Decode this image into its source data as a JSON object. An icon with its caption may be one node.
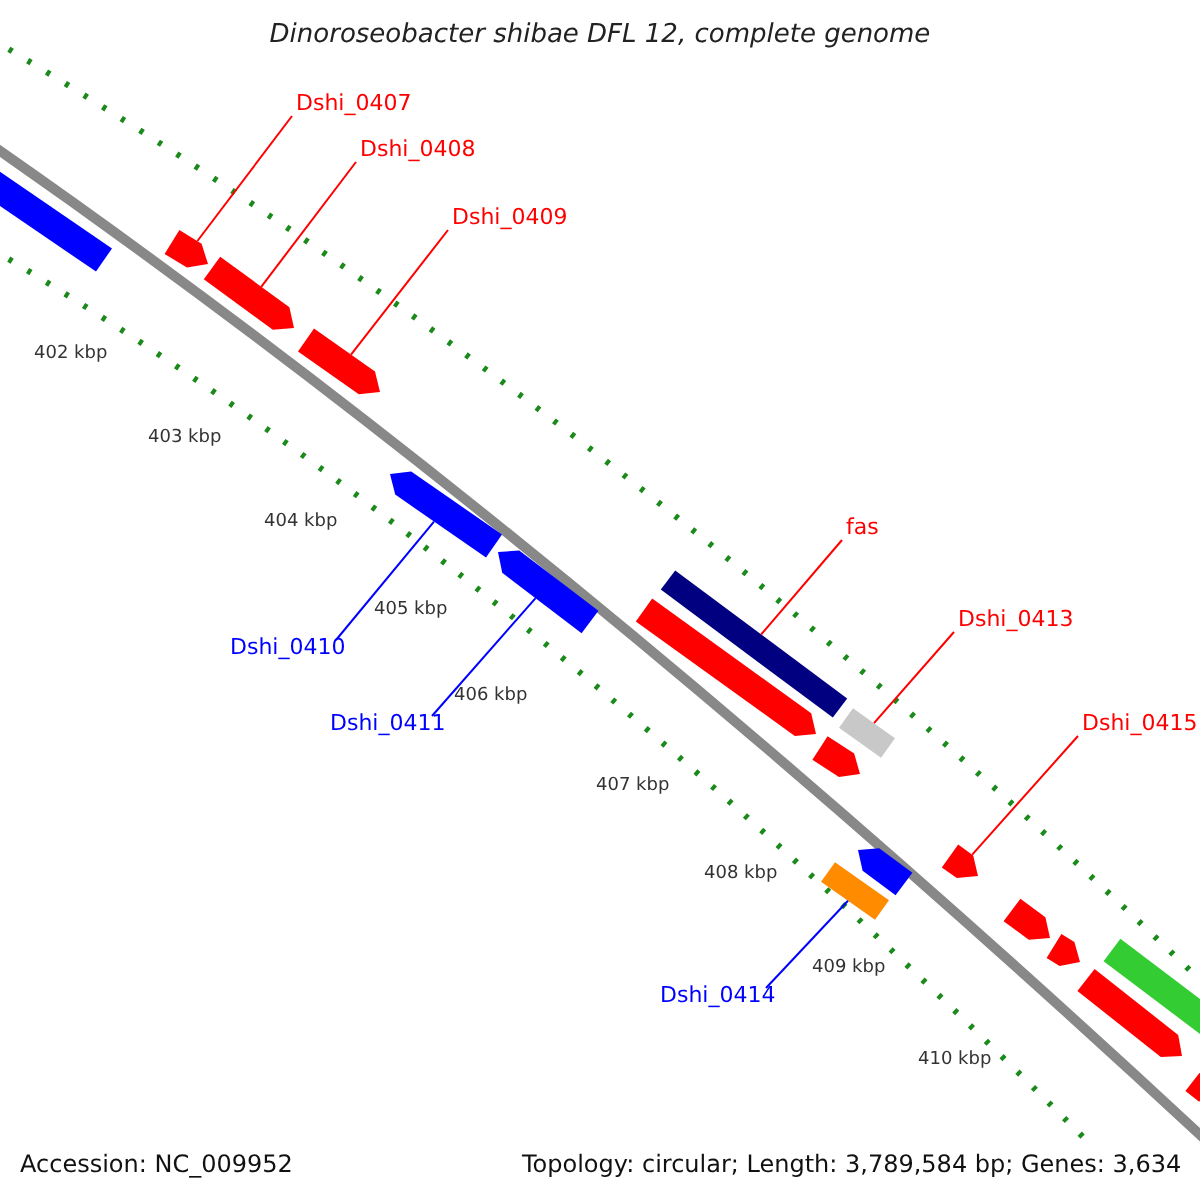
{
  "diagram": {
    "title": "Dinoroseobacter shibae DFL 12, complete genome",
    "nodes": [
      {
        "text": [
          "Dshi_0407"
        ]
      },
      {
        "text": [
          "Dshi_0408"
        ]
      },
      {
        "text": [
          "Dshi_0409"
        ]
      },
      {
        "text": [
          "Dshi_0410"
        ]
      },
      {
        "text": [
          "Dshi_0411"
        ]
      },
      {
        "text": [
          "fas"
        ]
      },
      {
        "text": [
          "Dshi_0413"
        ]
      },
      {
        "text": [
          "Dshi_0415"
        ]
      },
      {
        "text": [
          "Dshi_0414"
        ]
      },
      {
        "text": [],
        "shape": "bar"
      },
      {
        "text": [],
        "shape": "bar"
      },
      {
        "text": [],
        "shape": "bar"
      },
      {
        "text": [],
        "shape": "bar"
      },
      {
        "text": [],
        "shape": "bar"
      },
      {
        "text": [],
        "shape": "bar"
      },
      {
        "text": [],
        "shape": "bar"
      },
      {
        "text": [],
        "shape": "bar"
      },
      {
        "text": [],
        "shape": "bar"
      },
      {
        "text": [],
        "shape": "bar"
      },
      {
        "text": [],
        "shape": "bar"
      },
      {
        "text": [],
        "shape": "bar"
      },
      {
        "text": [],
        "shape": "bar"
      },
      {
        "text": [],
        "shape": "bar"
      },
      {
        "text": [],
        "shape": "bar"
      },
      {
        "text": [],
        "shape": "bar"
      },
      {
        "text": [],
        "shape": "bar"
      },
      {
        "text": [],
        "shape": "bar"
      }
    ],
    "edges": [
      {
        "from": 0,
        "to": 10,
        "arrow": "none"
      },
      {
        "from": 1,
        "to": 11,
        "arrow": "none"
      },
      {
        "from": 2,
        "to": 12,
        "arrow": "none"
      },
      {
        "from": 3,
        "to": 13,
        "arrow": "none",
        "color": "#0000ff"
      },
      {
        "from": 4,
        "to": 14,
        "arrow": "none",
        "color": "#0000ff"
      },
      {
        "from": 5,
        "to": 16,
        "arrow": "none"
      },
      {
        "from": 6,
        "to": 18,
        "arrow": "none"
      },
      {
        "from": 7,
        "to": 21,
        "arrow": "none"
      },
      {
        "from": 8,
        "to": 19,
        "arrow": "none",
        "color": "#0000ff"
      }
    ],
    "labels": [
      "402 kbp",
      "403 kbp",
      "404 kbp",
      "405 kbp",
      "406 kbp",
      "407 kbp",
      "408 kbp",
      "409 kbp",
      "410 kbp",
      "Accession: NC_009952",
      "Topology: circular; Length: 3,789,584 bp; Genes: 3,634"
    ]
  }
}
